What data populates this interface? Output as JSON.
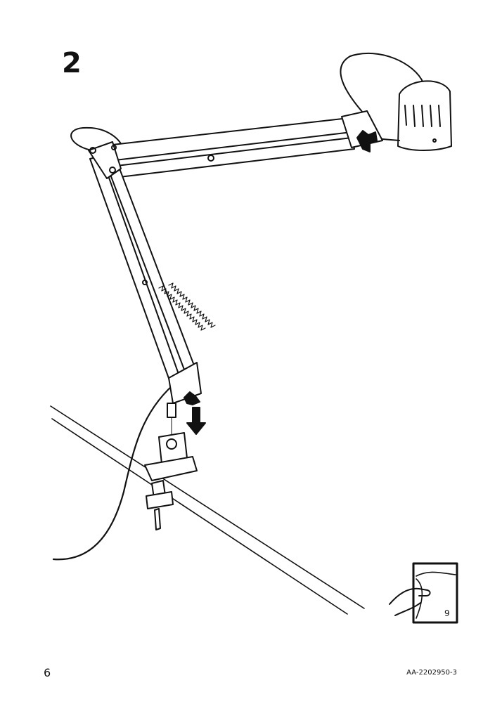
{
  "step": {
    "number": "2"
  },
  "footer": {
    "page_number": "6",
    "doc_code": "AA-2202950-3"
  },
  "page_reference": {
    "icon": "turn-page-icon",
    "target_page": "9"
  },
  "illustration": {
    "subject": "lamp-assembly-icon",
    "arrow": "down-arrow-icon"
  }
}
